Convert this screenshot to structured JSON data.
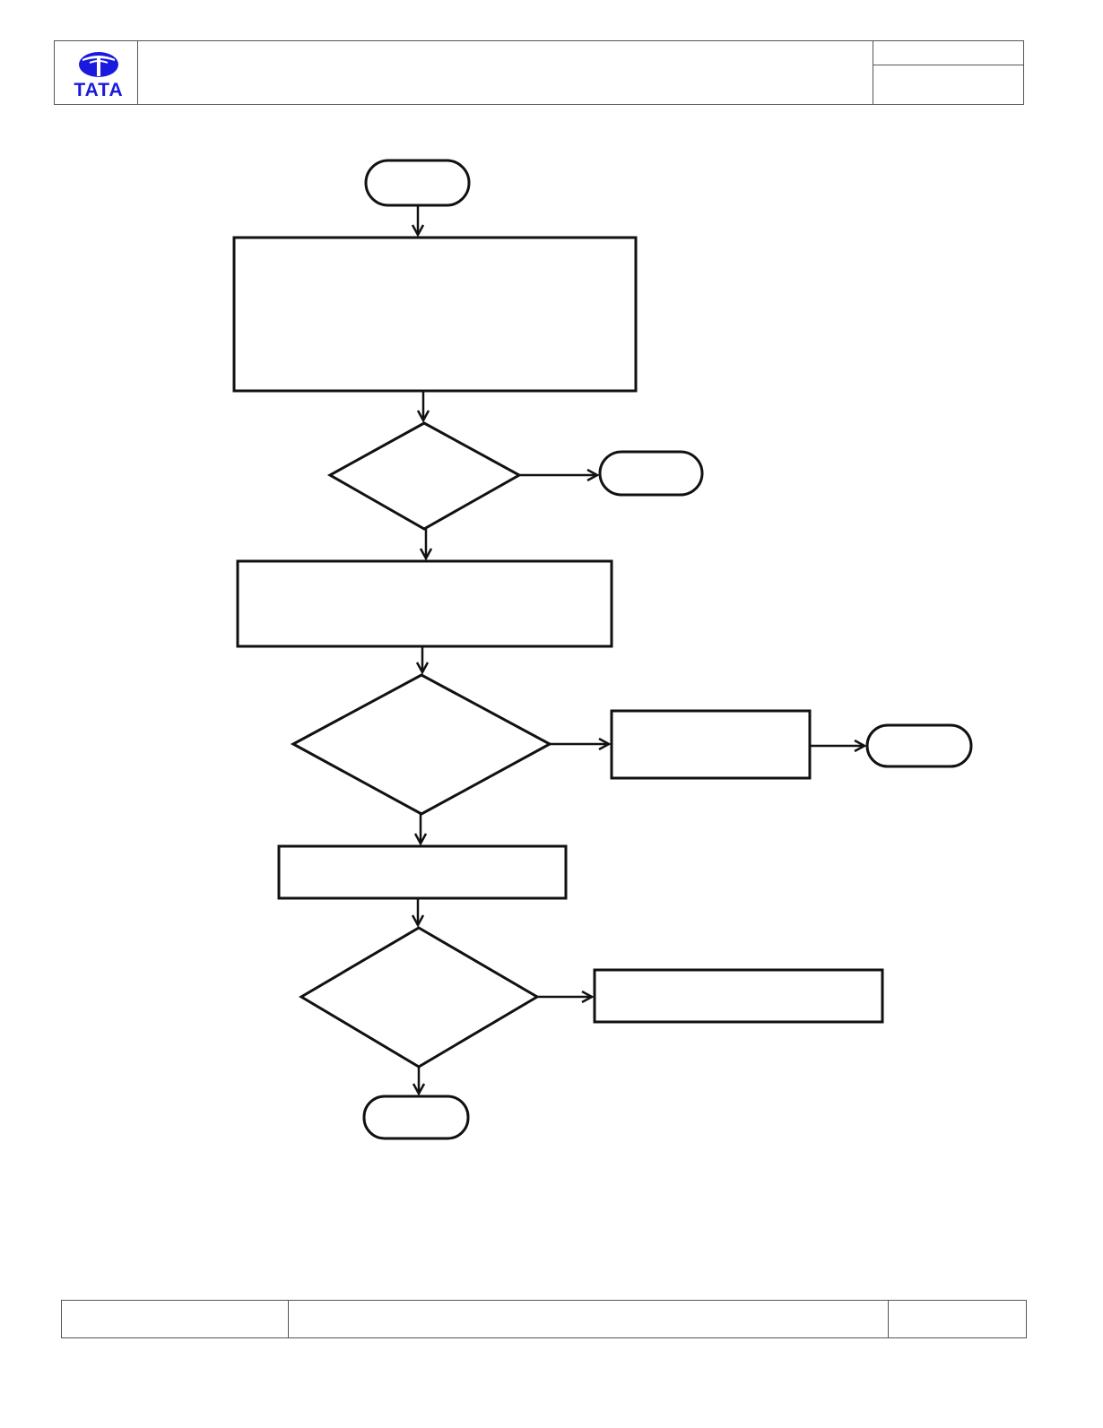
{
  "header": {
    "logo_text": "TATA",
    "brand_color": "#1a1adf"
  },
  "flowchart": {
    "stroke_color": "#111111",
    "nodes": [
      {
        "id": "start",
        "shape": "terminator"
      },
      {
        "id": "process-1",
        "shape": "process"
      },
      {
        "id": "decision-1",
        "shape": "decision"
      },
      {
        "id": "end-1",
        "shape": "terminator"
      },
      {
        "id": "process-2",
        "shape": "process"
      },
      {
        "id": "decision-2",
        "shape": "decision"
      },
      {
        "id": "process-3",
        "shape": "process"
      },
      {
        "id": "end-2",
        "shape": "terminator"
      },
      {
        "id": "process-4",
        "shape": "process"
      },
      {
        "id": "decision-3",
        "shape": "decision"
      },
      {
        "id": "process-5",
        "shape": "process"
      },
      {
        "id": "end-3",
        "shape": "terminator"
      }
    ],
    "edges": [
      {
        "from": "start",
        "to": "process-1"
      },
      {
        "from": "process-1",
        "to": "decision-1"
      },
      {
        "from": "decision-1",
        "to": "end-1"
      },
      {
        "from": "decision-1",
        "to": "process-2"
      },
      {
        "from": "process-2",
        "to": "decision-2"
      },
      {
        "from": "decision-2",
        "to": "process-3"
      },
      {
        "from": "process-3",
        "to": "end-2"
      },
      {
        "from": "decision-2",
        "to": "process-4"
      },
      {
        "from": "process-4",
        "to": "decision-3"
      },
      {
        "from": "decision-3",
        "to": "process-5"
      },
      {
        "from": "decision-3",
        "to": "end-3"
      }
    ]
  }
}
